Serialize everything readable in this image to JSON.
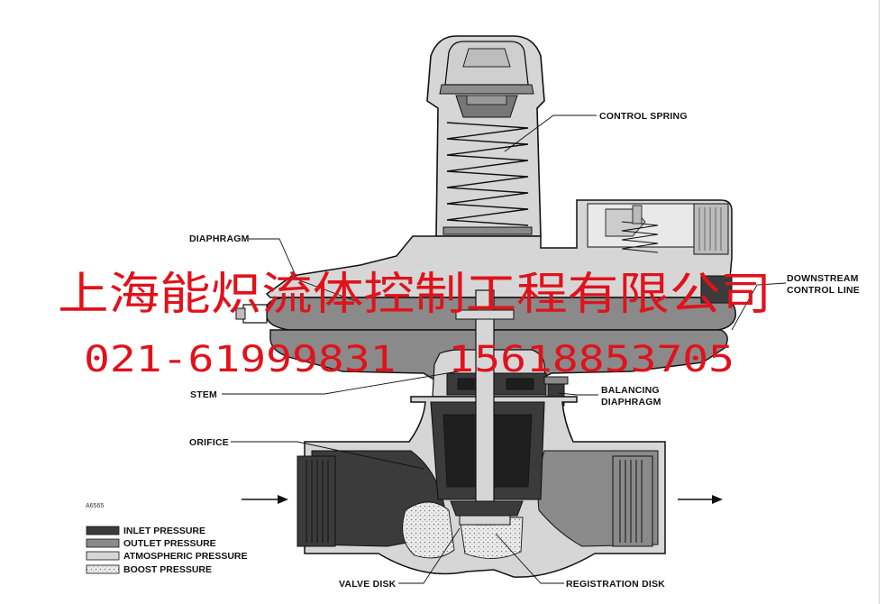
{
  "labels": {
    "control_spring": "CONTROL SPRING",
    "diaphragm": "DIAPHRAGM",
    "downstream_line1": "DOWNSTREAM",
    "downstream_line2": "CONTROL LINE",
    "stem": "STEM",
    "balancing_line1": "BALANCING",
    "balancing_line2": "DIAPHRAGM",
    "orifice": "ORIFICE",
    "valve_disk": "VALVE DISK",
    "registration_disk": "REGISTRATION DISK",
    "figure_code": "A6565"
  },
  "legend": [
    {
      "label": "INLET PRESSURE",
      "swatch": "#3b3b3b"
    },
    {
      "label": "OUTLET PRESSURE",
      "swatch": "#8a8a8a"
    },
    {
      "label": "ATMOSPHERIC PRESSURE",
      "swatch": "#d6d6d6"
    },
    {
      "label": "BOOST PRESSURE",
      "swatch": "hatch"
    }
  ],
  "watermark": {
    "company": "上海能炽流体控制工程有限公司",
    "phone": "021-61999831  15618853705",
    "color": "#e0121b"
  },
  "colors": {
    "inlet": "#3b3b3b",
    "outlet": "#8a8a8a",
    "atmospheric": "#d6d6d6",
    "outline": "#111111"
  }
}
